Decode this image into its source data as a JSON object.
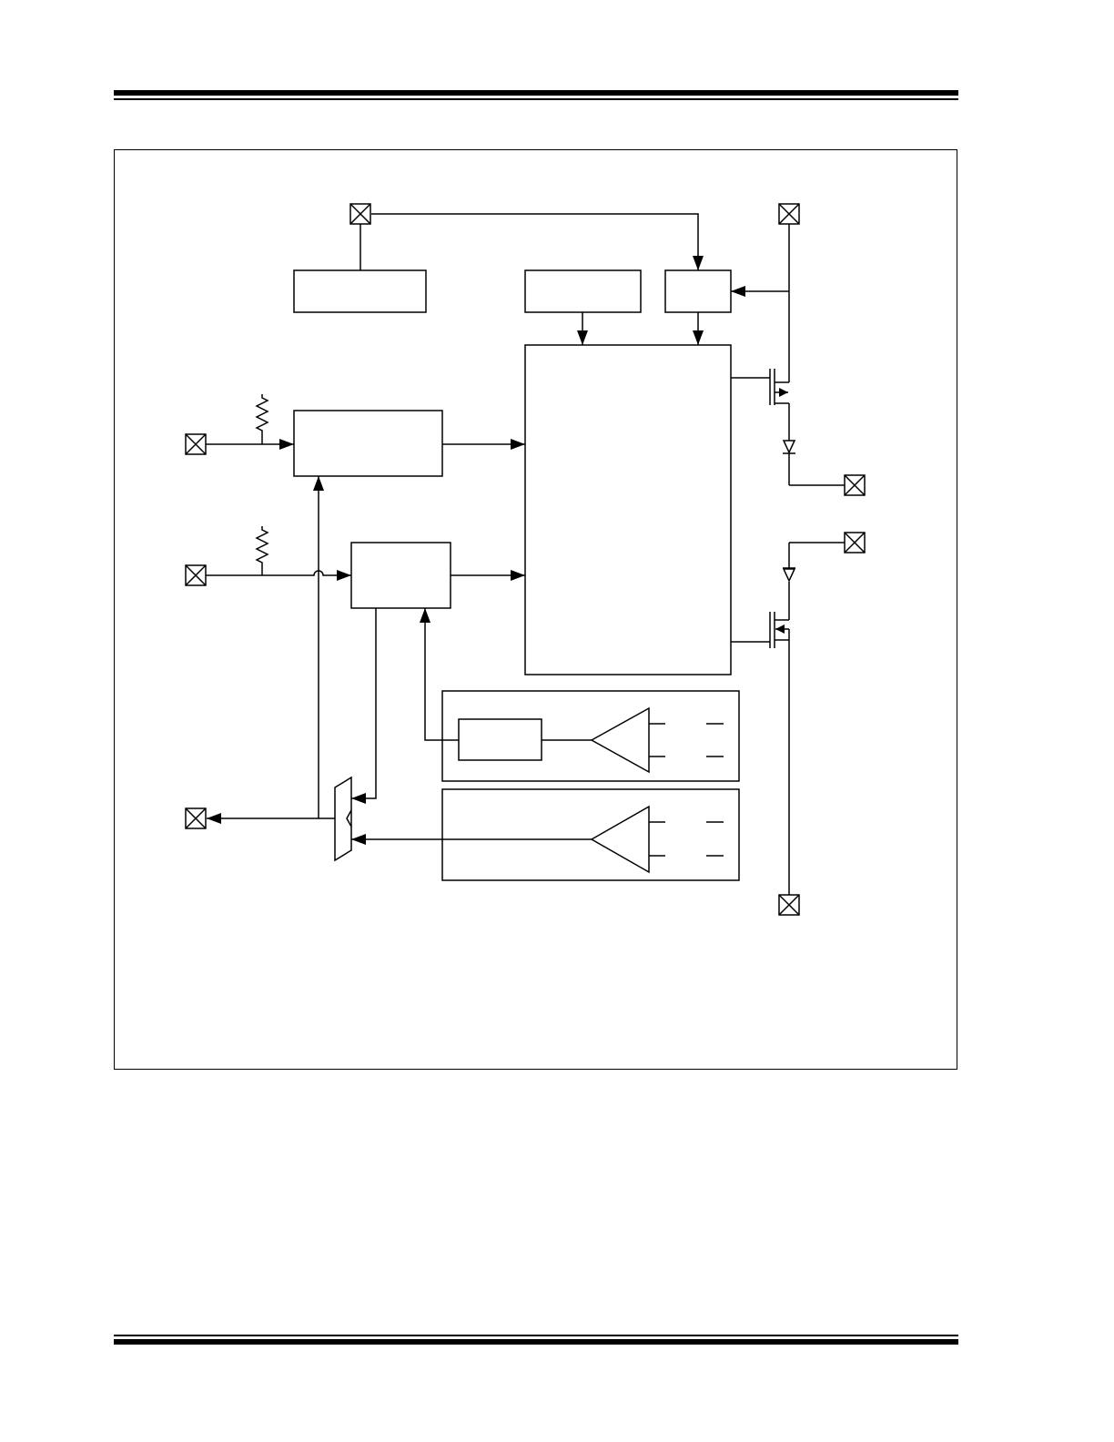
{
  "page": {
    "header_rule_color": "#000000",
    "footer_rule_color": "#000000"
  },
  "diagram": {
    "line_color": "#000000",
    "background": "#ffffff",
    "pins": [
      {
        "name": "pin-top-center",
        "icon": "x-box-pin-icon"
      },
      {
        "name": "pin-top-right",
        "icon": "x-box-pin-icon"
      },
      {
        "name": "pin-left-upper",
        "icon": "x-box-pin-icon"
      },
      {
        "name": "pin-left-middle",
        "icon": "x-box-pin-icon"
      },
      {
        "name": "pin-left-lower",
        "icon": "x-box-pin-icon"
      },
      {
        "name": "pin-right-upper",
        "icon": "x-box-pin-icon"
      },
      {
        "name": "pin-right-middle",
        "icon": "x-box-pin-icon"
      },
      {
        "name": "pin-bottom-right",
        "icon": "x-box-pin-icon"
      }
    ]
  }
}
